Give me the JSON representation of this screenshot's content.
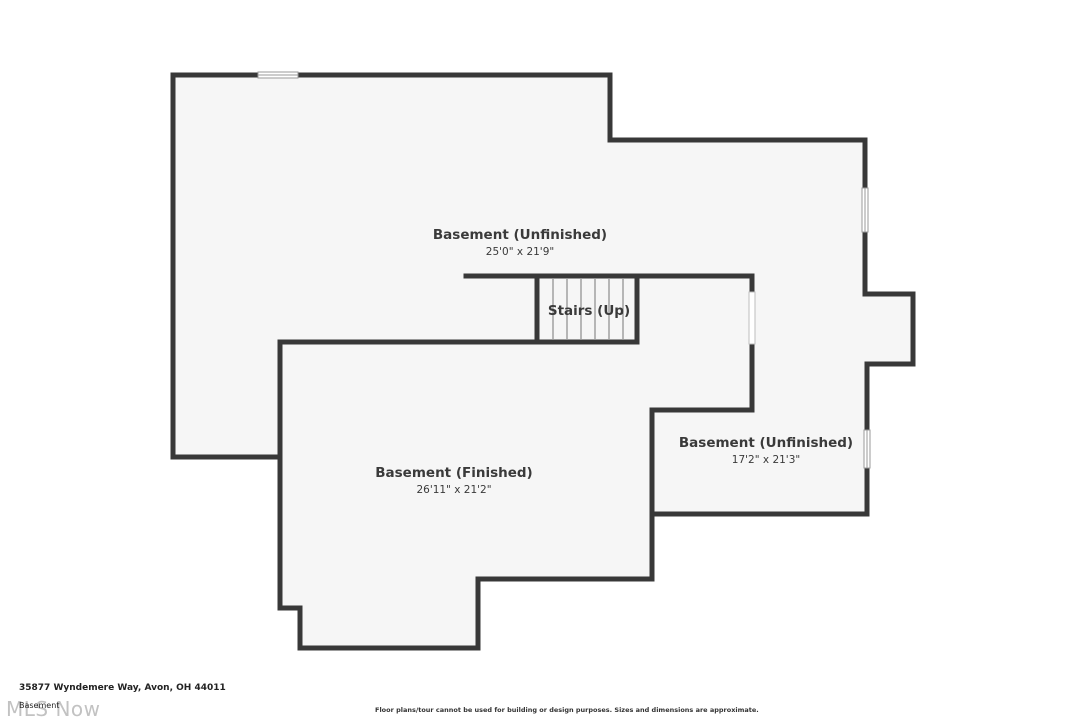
{
  "colors": {
    "wall": "#383838",
    "floor": "#f6f6f6",
    "window": "#ffffff"
  },
  "rooms": [
    {
      "name": "Basement (Unfinished)",
      "dims": "25'0\" x 21'9\""
    },
    {
      "name": "Stairs (Up)",
      "dims": ""
    },
    {
      "name": "Basement (Finished)",
      "dims": "26'11\" x 21'2\""
    },
    {
      "name": "Basement (Unfinished)",
      "dims": "17'2\" x 21'3\""
    }
  ],
  "footer": {
    "address": "35877 Wyndemere Way, Avon, OH 44011",
    "level": "Basement",
    "logo": "MLS Now",
    "disclaimer": "Floor plans/tour cannot be used for building or design purposes. Sizes and dimensions are approximate."
  }
}
